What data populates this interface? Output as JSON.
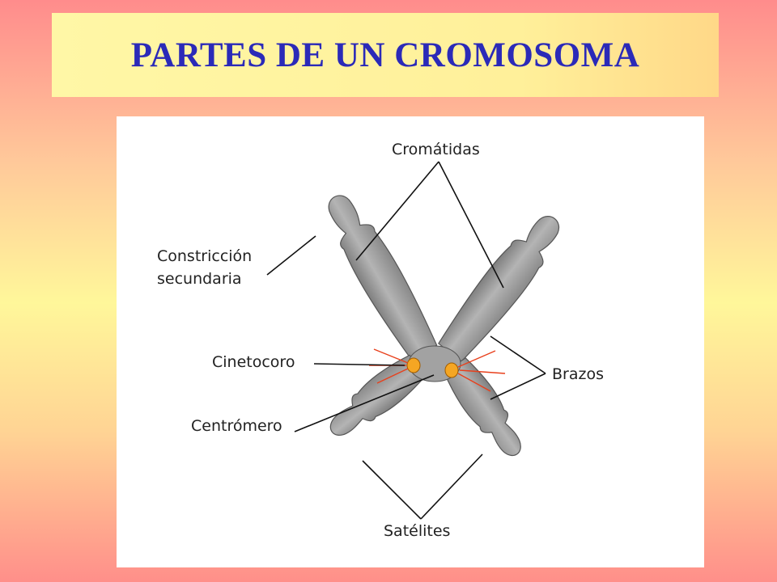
{
  "title": "PARTES DE UN CROMOSOMA",
  "labels": {
    "cromatidas": "Cromátidas",
    "constriccion_line1": "Constricción",
    "constriccion_line2": "secundaria",
    "cinetocoro": "Cinetocoro",
    "centromero": "Centrómero",
    "brazos": "Brazos",
    "satelites": "Satélites"
  },
  "colors": {
    "title": "#2b2ab8",
    "chromosome": "#9a9a9a",
    "kinetochore": "#f5a623",
    "arrows": "#e8401c"
  }
}
